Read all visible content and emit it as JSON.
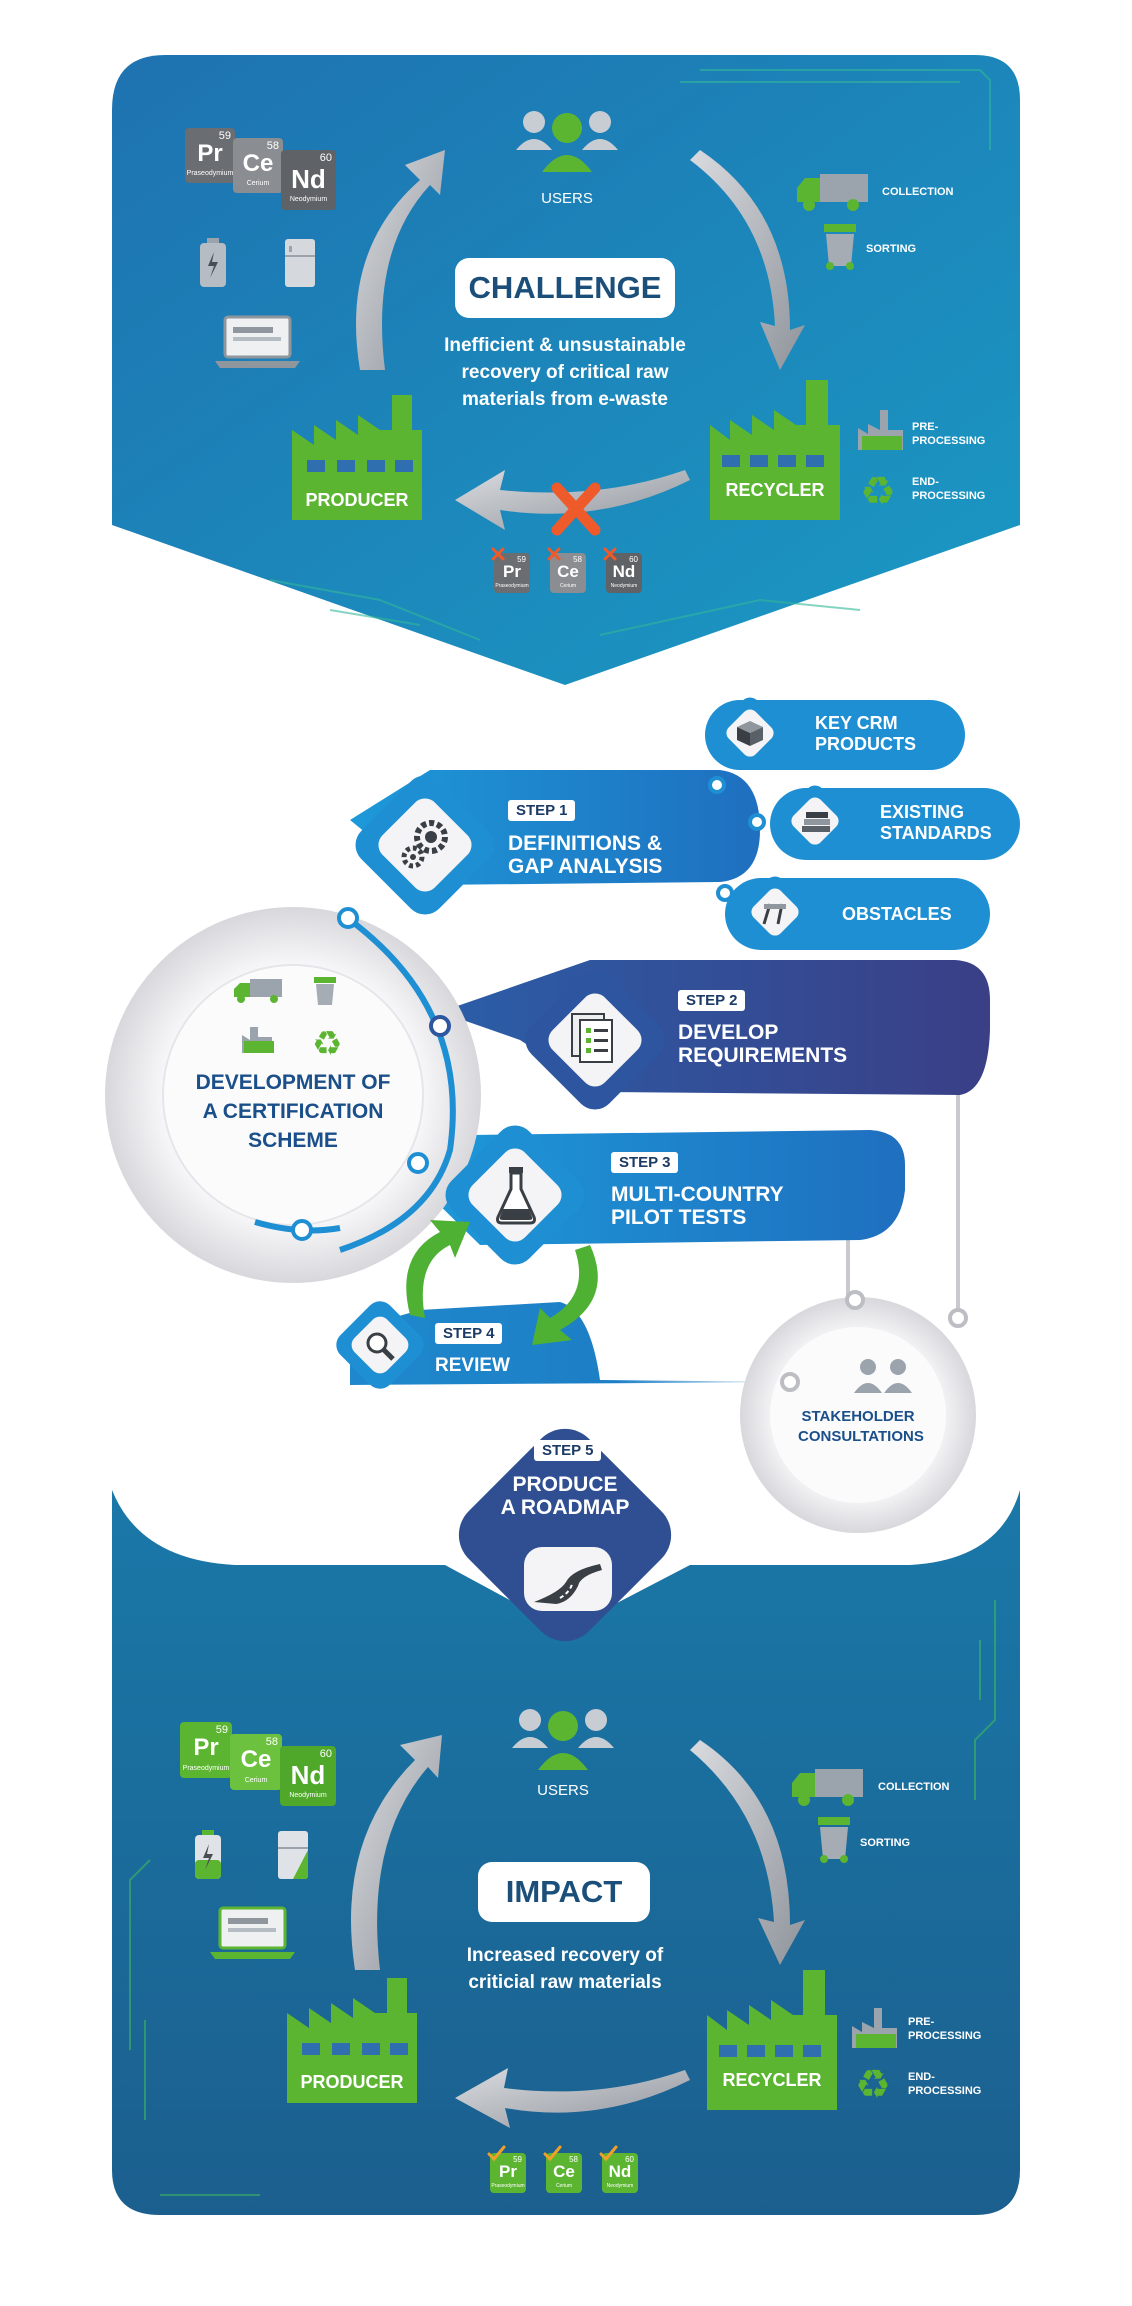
{
  "challenge": {
    "title": "CHALLENGE",
    "description_lines": [
      "Inefficient & unsustainable",
      "recovery of critical raw",
      "materials from e-waste"
    ],
    "users_label": "USERS",
    "producer_label": "PRODUCER",
    "recycler_label": "RECYCLER",
    "collection_label": "COLLECTION",
    "sorting_label": "SORTING",
    "pre_processing_label": [
      "PRE-",
      "PROCESSING"
    ],
    "end_processing_label": [
      "END-",
      "PROCESSING"
    ]
  },
  "elements": [
    {
      "symbol": "Pr",
      "number": "59",
      "name": "Praseodymium"
    },
    {
      "symbol": "Ce",
      "number": "58",
      "name": "Cerium"
    },
    {
      "symbol": "Nd",
      "number": "60",
      "name": "Neodymium"
    }
  ],
  "steps": {
    "step1": {
      "tag": "STEP 1",
      "title_lines": [
        "DEFINITIONS &",
        "GAP ANALYSIS"
      ]
    },
    "step2": {
      "tag": "STEP 2",
      "title_lines": [
        "DEVELOP",
        "REQUIREMENTS"
      ]
    },
    "step3": {
      "tag": "STEP 3",
      "title_lines": [
        "MULTI-COUNTRY",
        "PILOT TESTS"
      ]
    },
    "step4": {
      "tag": "STEP 4",
      "title_lines": [
        "REVIEW"
      ]
    },
    "step5": {
      "tag": "STEP 5",
      "title_lines": [
        "PRODUCE",
        "A ROADMAP"
      ]
    }
  },
  "step1_branches": [
    {
      "lines": [
        "KEY CRM",
        "PRODUCTS"
      ]
    },
    {
      "lines": [
        "EXISTING",
        "STANDARDS"
      ]
    },
    {
      "lines": [
        "OBSTACLES"
      ]
    }
  ],
  "center": {
    "lines": [
      "DEVELOPMENT OF",
      "A CERTIFICATION",
      "SCHEME"
    ]
  },
  "stakeholder": {
    "lines": [
      "STAKEHOLDER",
      "CONSULTATIONS"
    ]
  },
  "impact": {
    "title": "IMPACT",
    "description_lines": [
      "Increased recovery of",
      "criticial raw materials"
    ],
    "users_label": "USERS",
    "producer_label": "PRODUCER",
    "recycler_label": "RECYCLER",
    "collection_label": "COLLECTION",
    "sorting_label": "SORTING",
    "pre_processing_label": [
      "PRE-",
      "PROCESSING"
    ],
    "end_processing_label": [
      "END-",
      "PROCESSING"
    ]
  },
  "colors": {
    "top_panel": "#1a82b4",
    "bottom_panel": "#1a6a96",
    "green": "#5cb531",
    "step_blue": "#1f8fd4",
    "step_navy": "#2f4f96",
    "title_text": "#1b4f7a"
  },
  "icons": [
    "users-icon",
    "factory-icon",
    "truck-icon",
    "bin-icon",
    "recycle-icon",
    "gear-icon",
    "box-icon",
    "documents-icon",
    "flask-icon",
    "magnifier-icon",
    "road-icon",
    "laptop-icon",
    "battery-icon",
    "fridge-icon"
  ]
}
